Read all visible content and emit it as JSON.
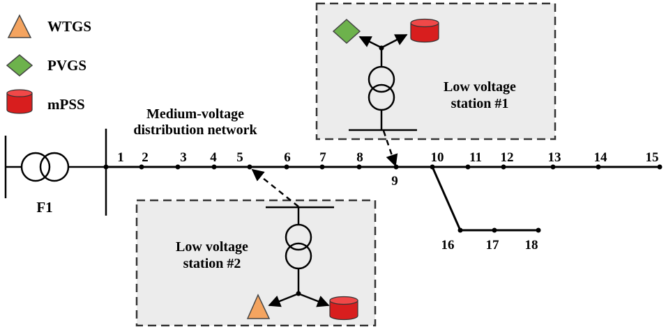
{
  "legend": [
    {
      "key": "wtgs",
      "label": "WTGS",
      "shape": "triangle",
      "color": "#F4A460"
    },
    {
      "key": "pvgs",
      "label": "PVGS",
      "shape": "diamond",
      "color": "#6DB24C"
    },
    {
      "key": "mpss",
      "label": "mPSS",
      "shape": "cylinder",
      "color": "#E02020"
    }
  ],
  "network_title": {
    "line1": "Medium-voltage",
    "line2": "distribution network"
  },
  "feeder_label": "F1",
  "nodes": [
    "1",
    "2",
    "3",
    "4",
    "5",
    "6",
    "7",
    "8",
    "9",
    "10",
    "11",
    "12",
    "13",
    "14",
    "15",
    "16",
    "17",
    "18"
  ],
  "station1": {
    "line1": "Low voltage",
    "line2": "station #1"
  },
  "station2": {
    "line1": "Low voltage",
    "line2": "station #2"
  },
  "colors": {
    "box_fill": "#ececec",
    "line": "#000000",
    "triangle": "#F4A460",
    "diamond": "#6DB24C",
    "cylinder": "#E02020"
  }
}
